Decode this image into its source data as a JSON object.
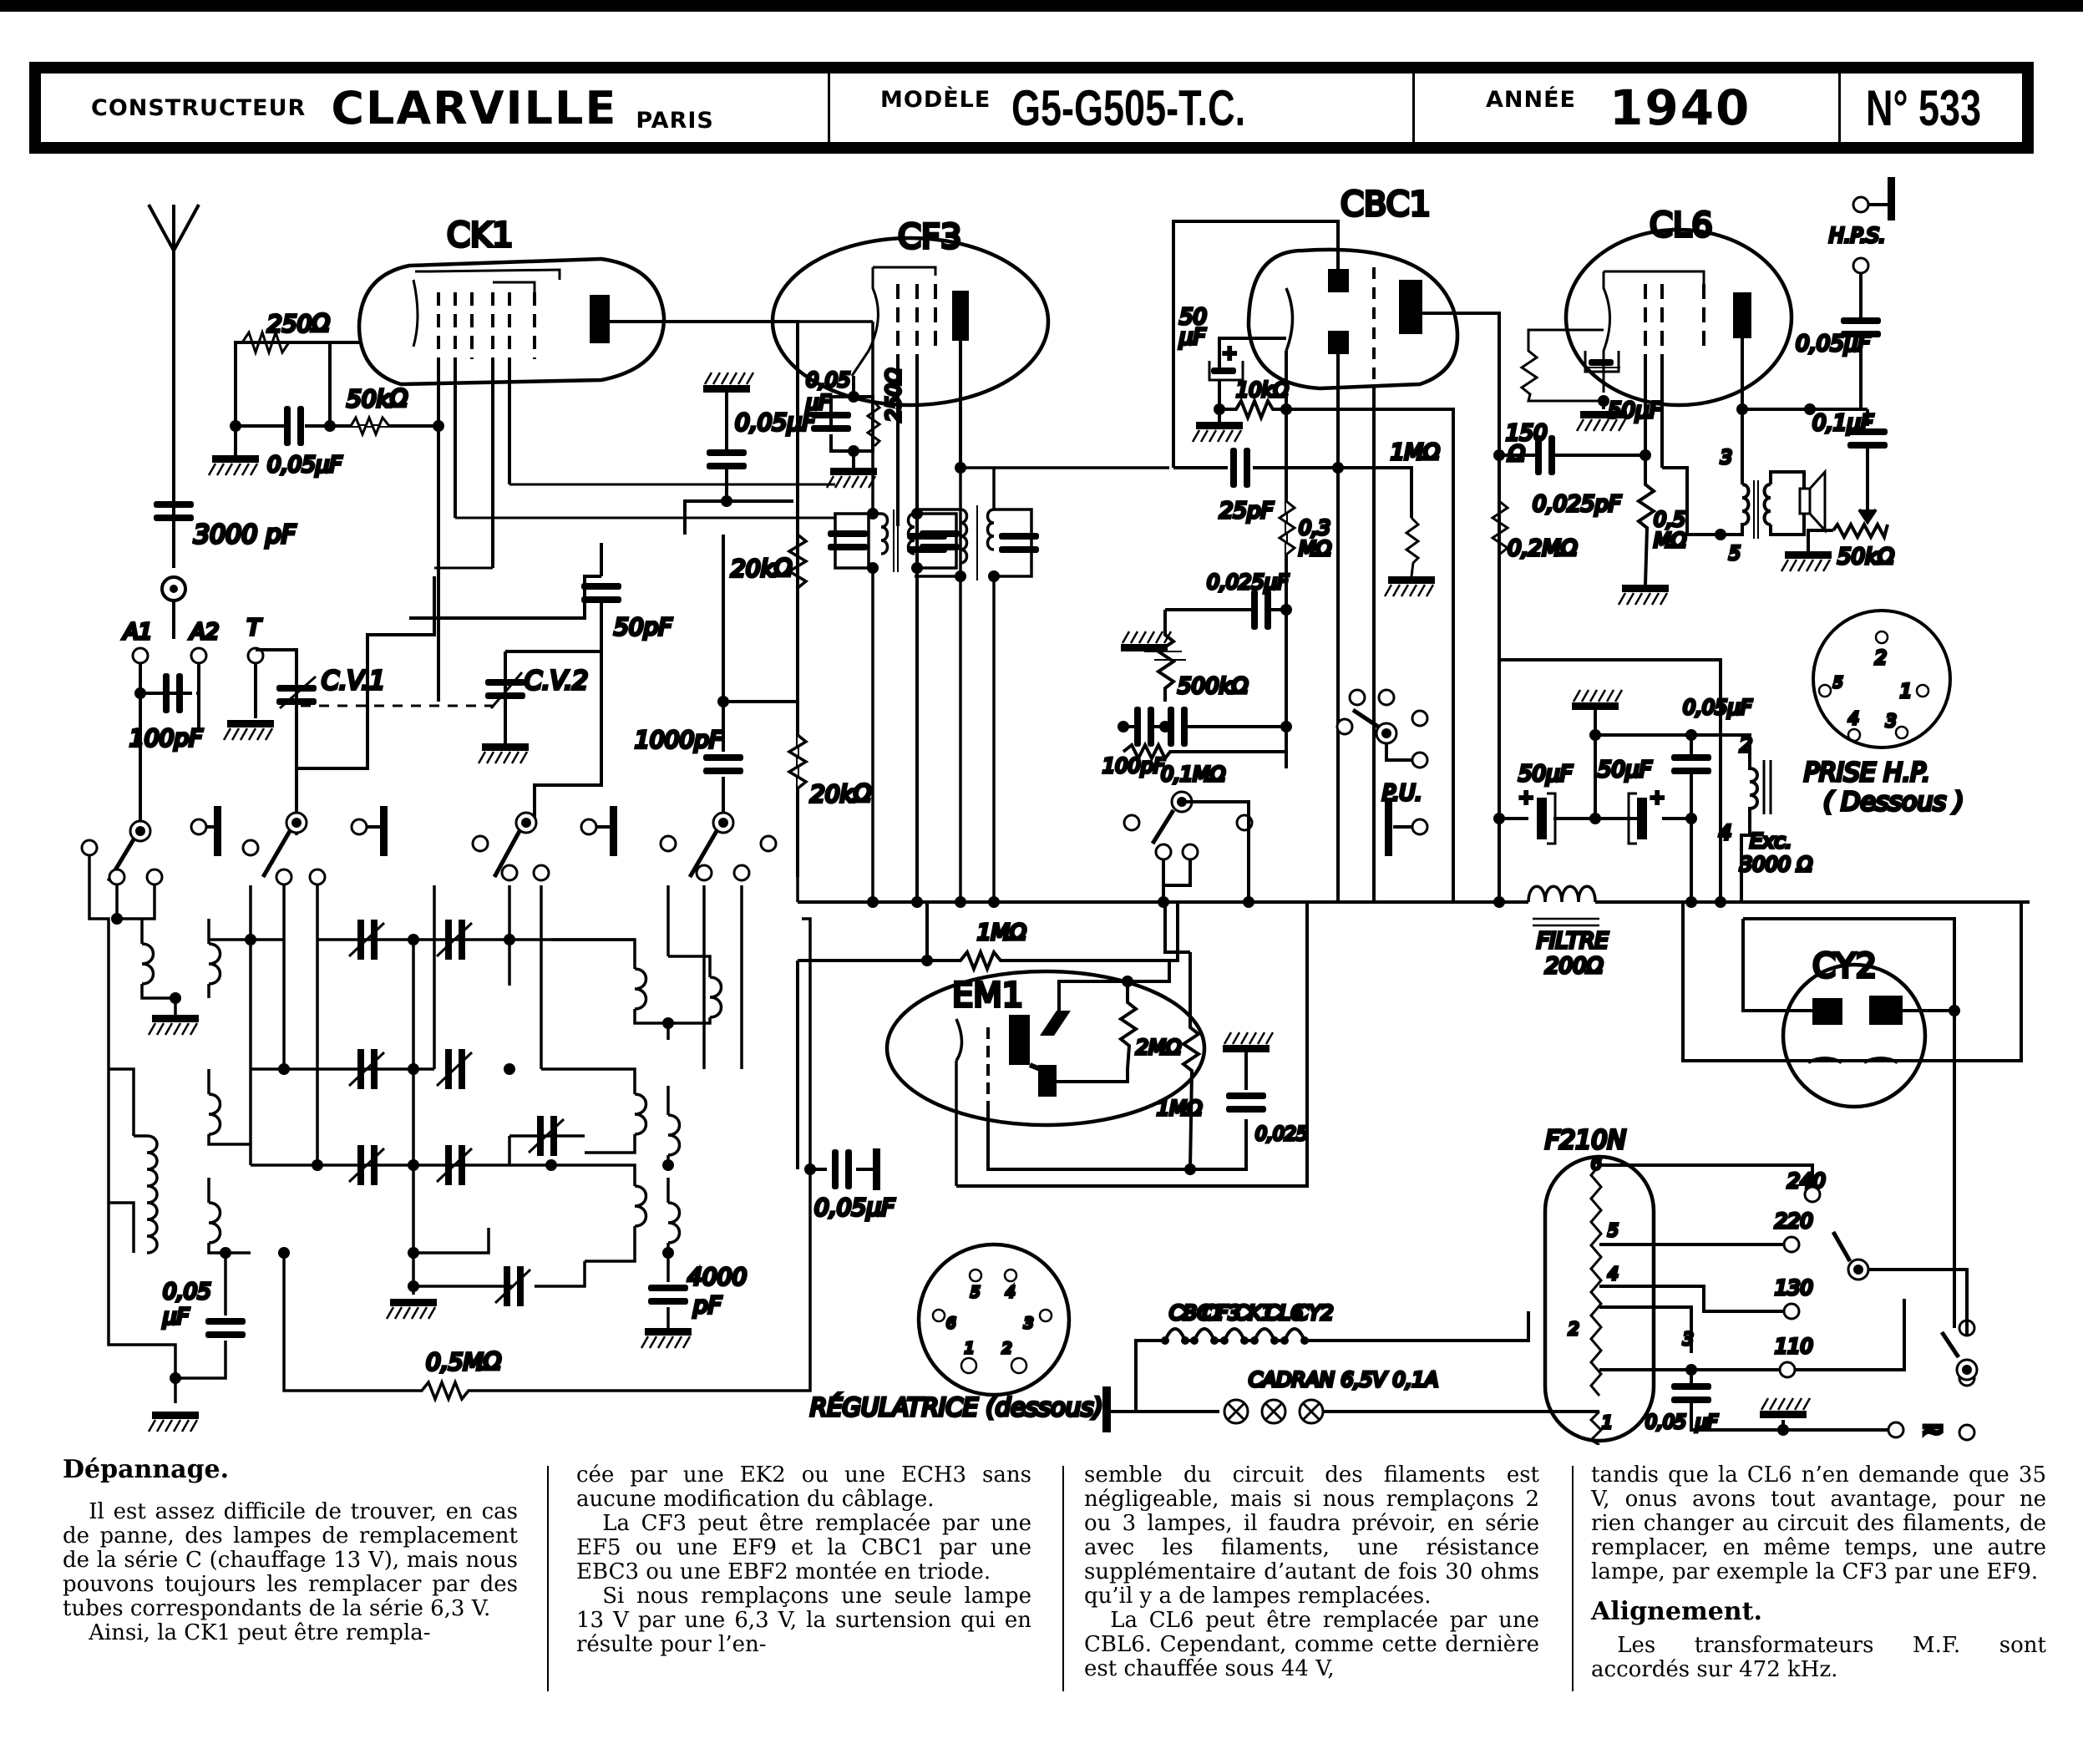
{
  "header": {
    "constructeur_label": "CONSTRUCTEUR",
    "constructeur_name": "CLARVILLE",
    "constructeur_city": "PARIS",
    "modele_label": "MODÈLE",
    "modele_value": "G5-G505-T.C.",
    "annee_label": "ANNÉE",
    "annee_value": "1940",
    "numero": "N° 533"
  },
  "tubes": {
    "ck1": "CK1",
    "cf3": "CF3",
    "cbc1": "CBC1",
    "cl6": "CL6",
    "em1": "EM1",
    "cy2": "CY2"
  },
  "components": {
    "r_250": "250Ω",
    "c_005_ck1": "0,05μF",
    "r_50k": "50kΩ",
    "c_3000": "3000 pF",
    "c_005_a": "0,05μF",
    "r_20k_a": "20kΩ",
    "r_20k_b": "20kΩ",
    "c_005_cf3": "0,05",
    "c_005_cf3_unit": "μF",
    "r_250_cf3": "250Ω",
    "c_50uf_cbc1": "50",
    "c_50uf_cbc1_unit": "μF",
    "r_10k": "10kΩ",
    "r_1m_cbc1": "1MΩ",
    "c_25pf": "25pF",
    "r_03m": "0,3",
    "r_03m_unit": "MΩ",
    "c_0025_cbc1": "0,025μF",
    "r_500k": "500kΩ",
    "c_100pf_det": "100pF",
    "r_01m": "0,1MΩ",
    "pu": "P.U.",
    "r_150": "150",
    "r_150_unit": "Ω",
    "c_50uf_cl6": "50μF",
    "c_0025pf": "0,025pF",
    "r_02m": "0,2MΩ",
    "r_05m_cl6": "0,5",
    "r_05m_cl6_unit": "MΩ",
    "hps": "H.P.S.",
    "c_005_hps": "0,05μF",
    "c_01uf": "0,1μF",
    "r_50k_tone": "50kΩ",
    "out_pin3": "3",
    "out_pin5": "5",
    "a1": "A1",
    "a2": "A2",
    "t": "T",
    "c_100pf_ant": "100pF",
    "cv1": "C.V.1",
    "cv2": "C.V.2",
    "c_50pf": "50pF",
    "c_1000pf": "1000pF",
    "filt_50uf_a": "50μF",
    "filt_50uf_b": "50μF",
    "filt_005": "0,05μF",
    "exc_pin2": "2",
    "exc_pin4": "4",
    "exc": "Exc.",
    "exc_val": "3000 Ω",
    "filtre": "FILTRE",
    "filtre_val": "200Ω",
    "r_1m_agc": "1MΩ",
    "r_2m": "2MΩ",
    "r_1m_em1": "1MΩ",
    "c_0025_em1": "0,025",
    "c_0025_em1_unit": "μF",
    "c_005_osc": "0,05μF",
    "c_005_rf": "0,05",
    "c_005_rf_unit": "μF",
    "c_4000": "4000",
    "c_4000_unit": "pF",
    "r_05m": "0,5MΩ",
    "f210n": "F210N",
    "v240": "240",
    "v220": "220",
    "v130": "130",
    "v110": "110",
    "ft_pin6": "6",
    "ft_pin5": "5",
    "ft_pin4": "4",
    "ft_pin2": "2",
    "ft_pin1": "1",
    "ft_pin3": "3",
    "c_005_mains": "0,05",
    "c_005_mains_unit": "μF",
    "ac_symbol": "≂",
    "fil_cbc1": "CBC1",
    "fil_cf3": "CF3",
    "fil_ck1": "CK1",
    "fil_cl6": "CL6",
    "fil_cy2": "CY2",
    "cadran": "CADRAN  6,5V  0,1A"
  },
  "sockets": {
    "prise_hp": {
      "title": "PRISE H.P.",
      "subtitle": "( Dessous )",
      "pins": [
        "2",
        "5",
        "1",
        "4",
        "3"
      ]
    },
    "regulatrice": {
      "title": "RÉGULATRICE (dessous)",
      "pins": [
        "5",
        "4",
        "6",
        "3",
        "1",
        "2"
      ]
    }
  },
  "article": {
    "col1": {
      "heading": "Dépannage.",
      "p1": "Il est assez difficile de trouver, en cas de panne, des lampes de remplacement de la série C (chauffage 13 V), mais nous pouvons toujours les remplacer par des tubes correspondants de la série 6,3 V.",
      "p2": "Ainsi, la CK1 peut être rempla-"
    },
    "col2": {
      "p1": "cée par une EK2 ou une ECH3 sans aucune modification du câblage.",
      "p2": "La CF3 peut être remplacée par une EF5 ou une EF9 et la CBC1 par une EBC3 ou une EBF2 montée en triode.",
      "p3": "Si nous remplaçons une seule lampe 13 V par une 6,3 V, la surtension qui en résulte pour l’en-"
    },
    "col3": {
      "p1": "semble du circuit des filaments est négligeable, mais si nous remplaçons 2 ou 3 lampes, il faudra prévoir, en série avec les filaments, une résistance supplémentaire d’autant de fois 30 ohms qu’il y a de lampes remplacées.",
      "p2": "La CL6 peut être remplacée par une CBL6. Cependant, comme cette dernière est chauffée sous 44 V,"
    },
    "col4": {
      "p1": "tandis que la CL6 n’en demande que 35 V, onus avons tout avantage, pour ne rien changer au circuit des filaments, de remplacer, en même temps, une autre lampe, par exemple la CF3 par une EF9.",
      "heading2": "Alignement.",
      "p2": "Les transformateurs M.F. sont accordés sur 472 kHz."
    }
  }
}
